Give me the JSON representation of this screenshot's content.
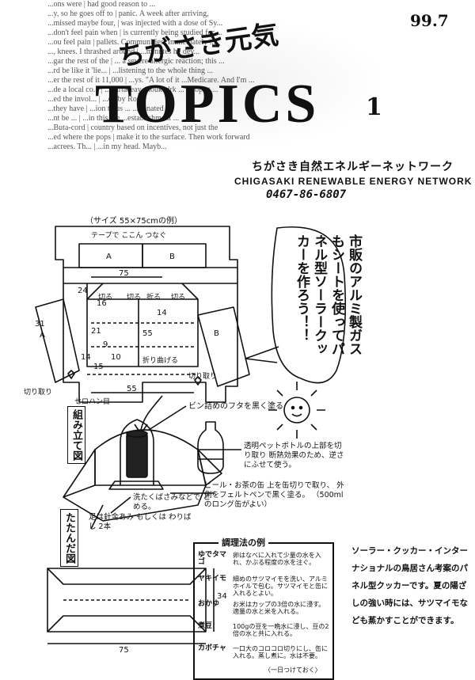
{
  "date": "99.7",
  "masthead": {
    "title_handwritten": "ちがさき元気",
    "title_big": "TOPICS",
    "issue_number": "1",
    "background_text": [
      "...ons were  |  had good reason to ...",
      "...y, so he goes off to  |  panic. A week after arriving,",
      "...missed maybe four,  |  was injected with a dose of Sy...",
      "...don't feel pain when  |  is currently being studied for ...",
      "...ou feel pain  |  pallets. Communities. Immediately ...",
      "..., knees. I thrashed around  |  ...minutes he dev...",
      "...gar the rest of the  |  ... a severe allergic reaction; this ...",
      "...rd be like it 'lie...  |  ...listening to the whole thing ...",
      "...er the rest of it 11,000  |  ...ys. \"A lot of it ...Medicare. And I'm ...",
      "...de a local co...  |  ...onrtaceay shoukedrk ...  ...ropist ...",
      "...ed the invol...  |  ...ed by Ro...",
      "...they have  |  ...ion to us ... ...donated ...",
      "...nt be ...  |  ...in this the ...establishment ...",
      "...Buta-cord  |  country based on incentives, not just the",
      "...ed where the pops  |  make it to the surface. Then work forward",
      "...acrees. Th...  |  ...in my head. Mayb..."
    ]
  },
  "organization": {
    "name_jp": "ちがさき自然エネルギーネットワーク",
    "name_en": "CHIGASAKI  RENEWABLE  ENERGY  NETWORK",
    "phone": "0467-86-6807"
  },
  "diagram": {
    "size_note": "（サイズ 55×75cmの例）",
    "tape_note": "テープで ここん つなぐ",
    "panel_labels": [
      "A",
      "B",
      "A",
      "B"
    ],
    "dims": {
      "d75_top": "75",
      "d24": "24",
      "d16": "16",
      "d21": "21",
      "d55_v": "55",
      "d14": "14",
      "d9": "9",
      "d10": "10",
      "d31": "31",
      "d55_h": "55",
      "d15": "15",
      "d14b": "14"
    },
    "cut_labels": [
      "切る",
      "切る",
      "折る",
      "切る"
    ],
    "fold_labels": [
      "折り曲げる",
      "切り取り",
      "セロハン目",
      "切り取り"
    ],
    "bubble_text": "市販のアルミ製ガスもシートを使ってパネル型ソーラークッカーを作ろう！！",
    "assembly_label": "組み立て図",
    "folding_label": "たたんだ図",
    "notes": {
      "lid": "ビン詰めのフタを黒く塗る",
      "bottle": "透明ペットボトルの上部を切り取り 断熱効果のため、逆さにふせて使う。",
      "can": "ビール・お茶の缶 上を缶切りで取り、 外側をフェルトペンで黒く塗る。 （500mlのロング缶がよい）",
      "clip": "洗たくばさみなどで とめる。",
      "stand": "足は針金あみ もしくは わりばし 2本"
    },
    "fold_dims": {
      "d75": "75",
      "d34": "34"
    }
  },
  "recipe": {
    "title": "調理法の例",
    "items": [
      {
        "name": "ゆでタマゴ",
        "desc": "卵はなべに入れて少量の水を入れ、かぶる程度の水を注ぐ。"
      },
      {
        "name": "ヤキイモ",
        "desc": "細めのサツマイモを洗い、アルミホイルで包む。サツマイモと缶に入れるとよい。"
      },
      {
        "name": "おかゆ",
        "desc": "お米はカップの3倍の水に浸す。適量の水と米を入れる。"
      },
      {
        "name": "煮豆",
        "desc": "100gの豆を一晩水に浸し、豆の2倍の水と共に入れる。"
      },
      {
        "name": "カボチャ",
        "desc": "一口大のコロコロ切りにし、缶に入れる。蒸し煮に。水は不要。"
      }
    ],
    "footnote": "〈一日つけておく〉"
  },
  "article": {
    "text": "ソーラー・クッカー・インターナショナルの鳥居さん考案のパネル型クッカーです。夏の陽ざしの強い時には、サツマイモなども蒸かすことができます。"
  }
}
